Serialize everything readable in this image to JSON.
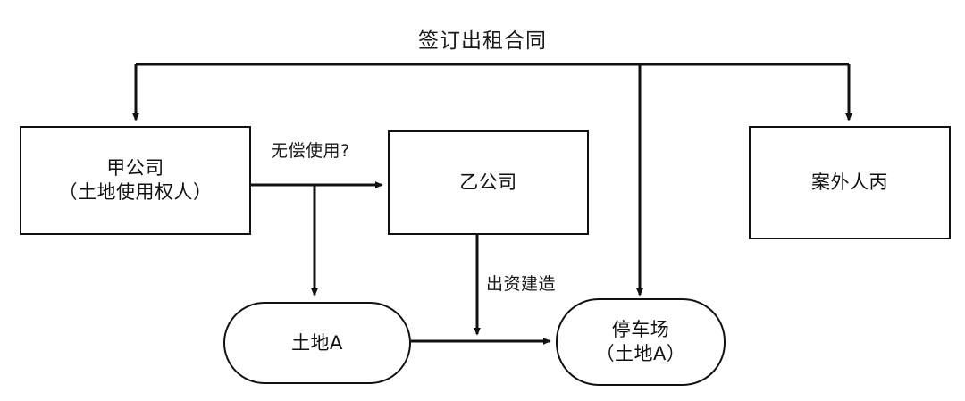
{
  "diagram": {
    "title": "签订出租合同",
    "background_color": "#ffffff",
    "line_color": "#111111",
    "nodes": [
      {
        "id": "jia",
        "shape": "rect",
        "lines": [
          "甲公司",
          "（土地使用权人）"
        ]
      },
      {
        "id": "yi",
        "shape": "rect",
        "lines": [
          "乙公司"
        ]
      },
      {
        "id": "bing",
        "shape": "rect",
        "lines": [
          "案外人丙"
        ]
      },
      {
        "id": "land",
        "shape": "stadium",
        "lines": [
          "土地A"
        ]
      },
      {
        "id": "parking",
        "shape": "stadium",
        "lines": [
          "停车场",
          "（土地A）"
        ]
      }
    ],
    "edge_labels": [
      {
        "id": "free-use",
        "text": "无偿使用?"
      },
      {
        "id": "funded-build",
        "text": "出资建造"
      }
    ]
  }
}
